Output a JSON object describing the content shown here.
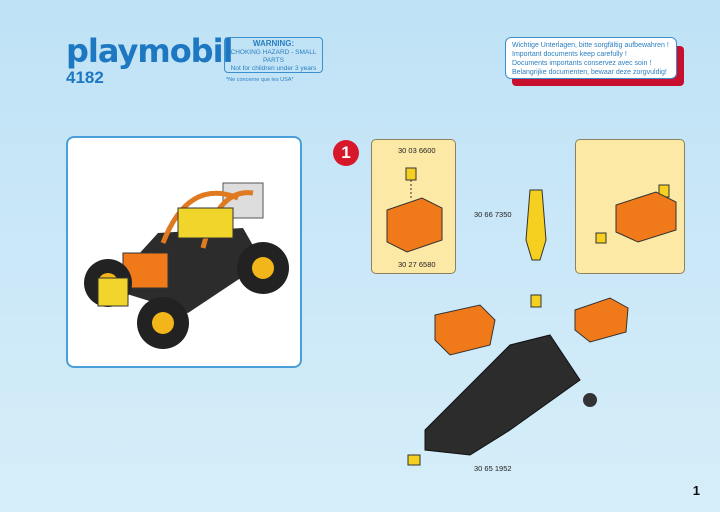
{
  "header": {
    "brand": "playmobil",
    "set_number": "4182",
    "warning": {
      "title": "WARNING:",
      "line1": "CHOKING HAZARD - SMALL PARTS",
      "line2": "Not for children under 3 years",
      "note": "*Ne concerne que les USA*"
    },
    "keep_notice": [
      "Wichtige Unterlagen, bitte sorgfältig aufbewahren !",
      "Important documents keep carefully !",
      "Documents importants conservez avec soin !",
      "Belangrijke documenten, bewaar deze zorgvuldig!"
    ]
  },
  "step": {
    "number": "1",
    "parts": {
      "p1": "30 03 6600",
      "p2": "30 27 6580",
      "p3": "30 66 7350",
      "p4": "30 65 1952"
    }
  },
  "page_number": "1",
  "colors": {
    "brand": "#1d78c1",
    "accent": "#d7182a",
    "part_orange": "#f07a1a",
    "part_yellow": "#f5d020",
    "part_black": "#2a2a2a"
  }
}
